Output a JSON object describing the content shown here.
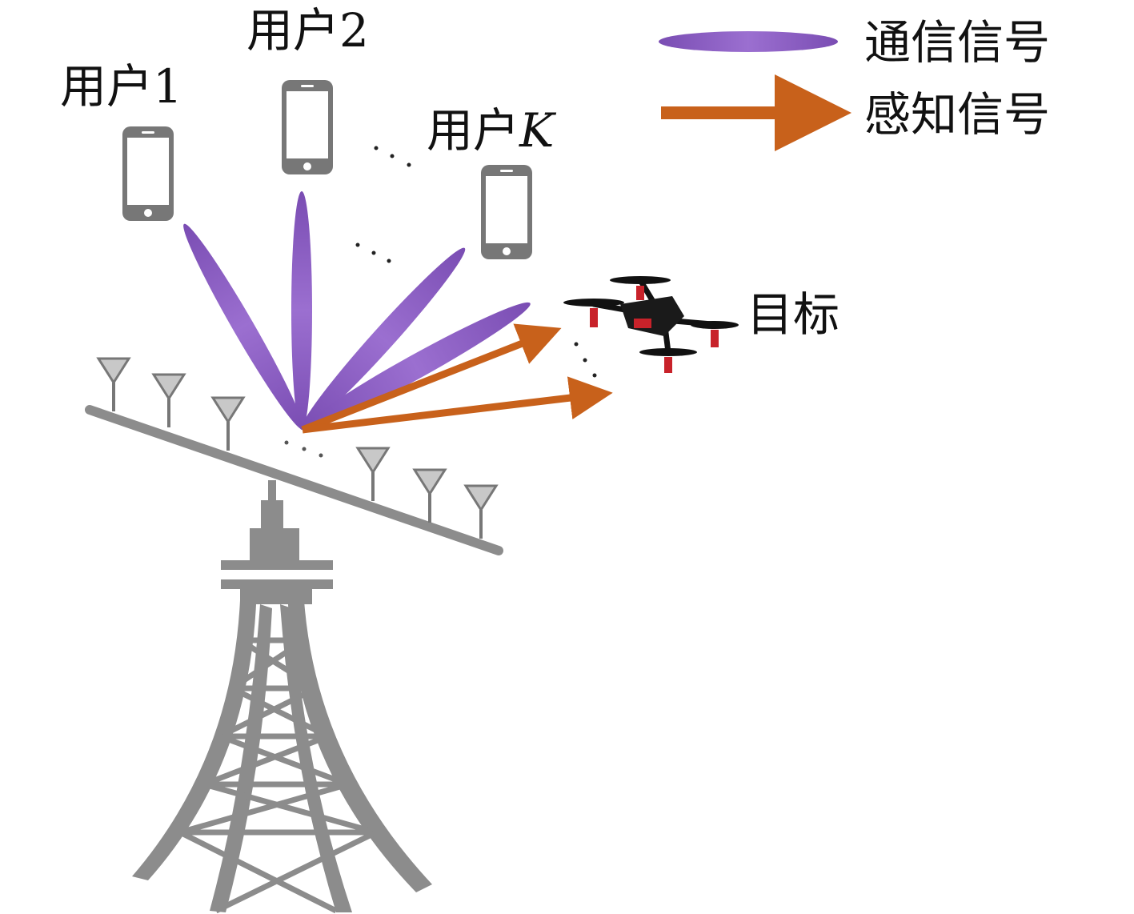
{
  "labels": {
    "user1": "用户1",
    "user2": "用户2",
    "userK_prefix": "用户",
    "userK_var": "K",
    "target": "目标"
  },
  "legend": {
    "communication": "通信信号",
    "sensing": "感知信号"
  },
  "colors": {
    "beam": "#8a5cc0",
    "arrow": "#c8611b",
    "tower": "#8c8c8c",
    "phone": "#777777"
  }
}
